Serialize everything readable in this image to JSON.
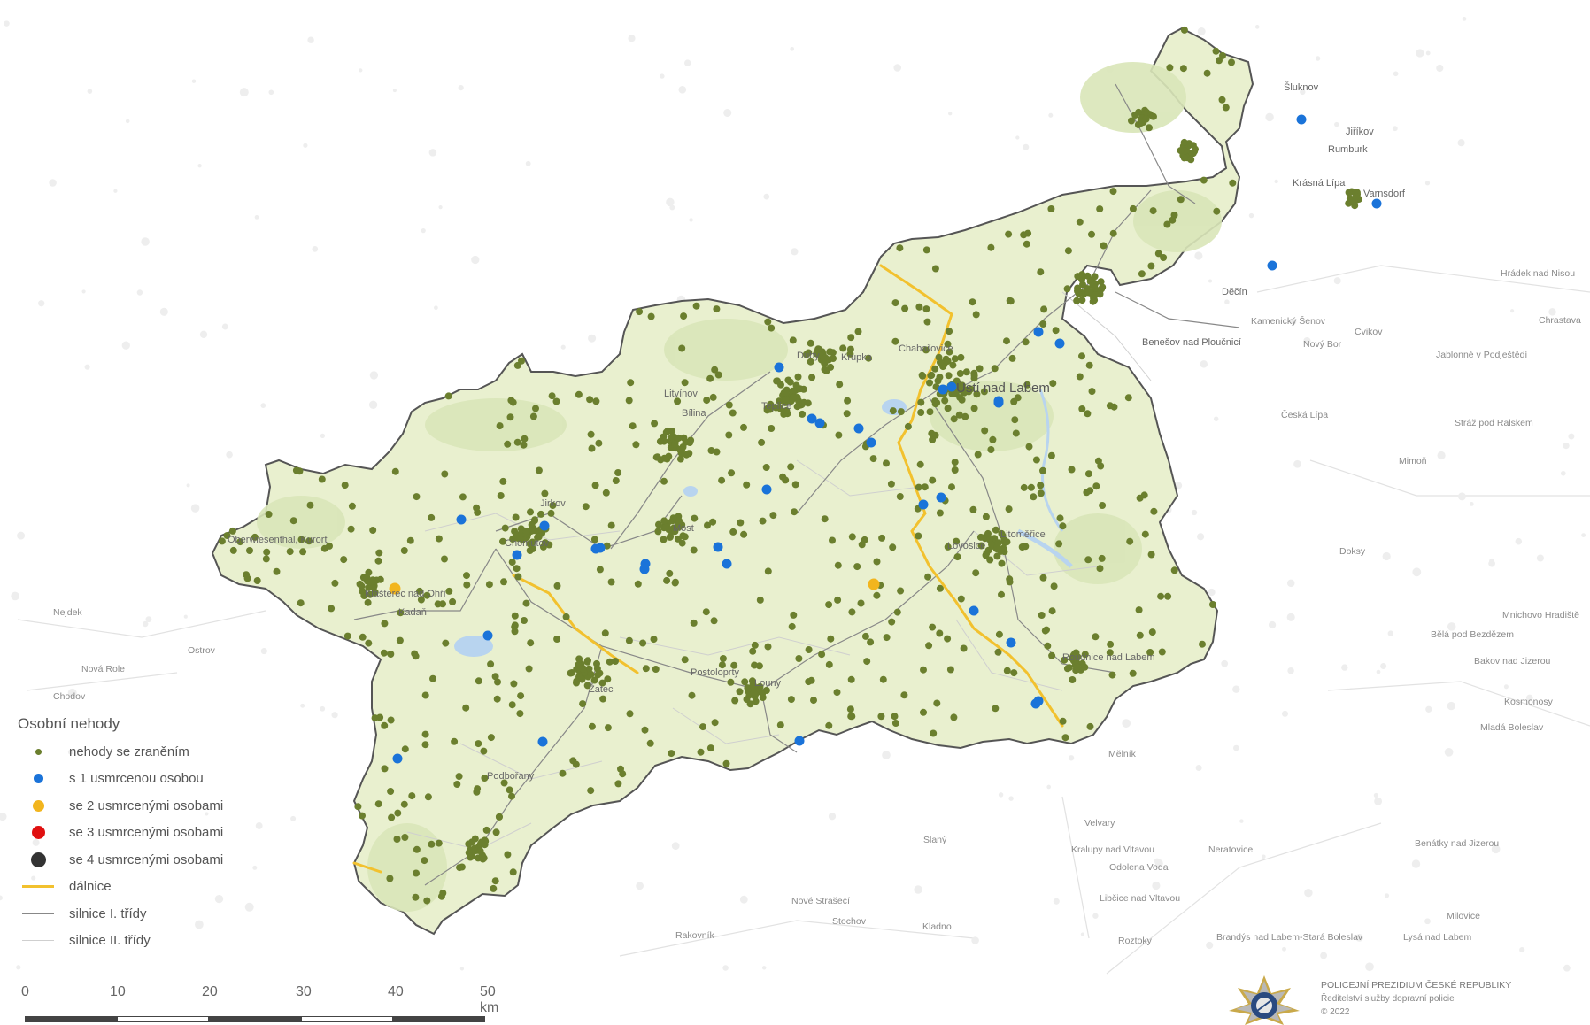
{
  "map": {
    "colors": {
      "region_fill": "#e9f0cf",
      "region_stroke": "#555555",
      "forest": "#d9e6b8",
      "water": "#b8d4ef",
      "motorway": "#f2c12e",
      "road1": "#888888",
      "road2": "#cfcfcf",
      "injury": "#6b7f2e",
      "fatal1": "#1a73d9",
      "fatal2": "#f2b51e",
      "fatal3": "#e01010",
      "fatal4": "#333333"
    },
    "places_inside": [
      "Šluknov",
      "Jiříkov",
      "Rumburk",
      "Krásná Lípa",
      "Varnsdorf",
      "Děčín",
      "Benešov nad Ploučnicí",
      "Ústí nad Labem",
      "Duby",
      "Krupka",
      "Chabařovice",
      "Teplice",
      "Bílina",
      "Litvínov",
      "Most",
      "Chomutov",
      "Jirkov",
      "Kadaň",
      "Klášterec nad Ohří",
      "Oberwiesenthal, Kurort",
      "Lovosice",
      "Litoměřice",
      "Roudnice nad Labem",
      "Louny",
      "Žatec",
      "Podbořany",
      "Postoloprty"
    ],
    "places_outside": [
      "Hrádek nad Nisou",
      "Chrastava",
      "Kamenický Šenov",
      "Cvikov",
      "Nový Bor",
      "Jablonné v Podještědí",
      "Česká Lípa",
      "Stráž pod Ralskem",
      "Mimoň",
      "Doksy",
      "Mnichovo Hradiště",
      "Bělá pod Bezdězem",
      "Bakov nad Jizerou",
      "Kosmonosy",
      "Mladá Boleslav",
      "Mělník",
      "Velvary",
      "Kralupy nad Vltavou",
      "Neratovice",
      "Odolena Voda",
      "Libčice nad Vltavou",
      "Benátky nad Jizerou",
      "Slaný",
      "Nové Strašecí",
      "Stochov",
      "Kladno",
      "Rakovník",
      "Roztoky",
      "Brandýs nad Labem-Stará Boleslav",
      "Lysá nad Labem",
      "Milovice",
      "Nejdek",
      "Ostrov",
      "Nová Role",
      "Chodov"
    ]
  },
  "legend": {
    "title": "Osobní nehody",
    "items": [
      {
        "label": "nehody se zraněním",
        "kind": "dot",
        "color": "#6b7f2e",
        "size": 7
      },
      {
        "label": "s 1 usmrcenou osobou",
        "kind": "dot",
        "color": "#1a73d9",
        "size": 11
      },
      {
        "label": "se 2 usmrcenými osobami",
        "kind": "dot",
        "color": "#f2b51e",
        "size": 13
      },
      {
        "label": "se 3 usmrcenými osobami",
        "kind": "dot",
        "color": "#e01010",
        "size": 15
      },
      {
        "label": "se 4 usmrcenými osobami",
        "kind": "dot",
        "color": "#333333",
        "size": 17
      },
      {
        "label": "dálnice",
        "kind": "line",
        "color": "#f2c12e",
        "width": 3
      },
      {
        "label": "silnice I. třídy",
        "kind": "line",
        "color": "#888888",
        "width": 1.2
      },
      {
        "label": "silnice II. třídy",
        "kind": "line",
        "color": "#cfcfcf",
        "width": 1
      }
    ]
  },
  "scale": {
    "labels": [
      "0",
      "10",
      "20",
      "30",
      "40",
      "50 km"
    ]
  },
  "credit": {
    "org": "POLICEJNÍ PREZIDIUM ČESKÉ REPUBLIKY",
    "dept": "Ředitelství služby dopravní policie",
    "copyright": "© 2022"
  }
}
